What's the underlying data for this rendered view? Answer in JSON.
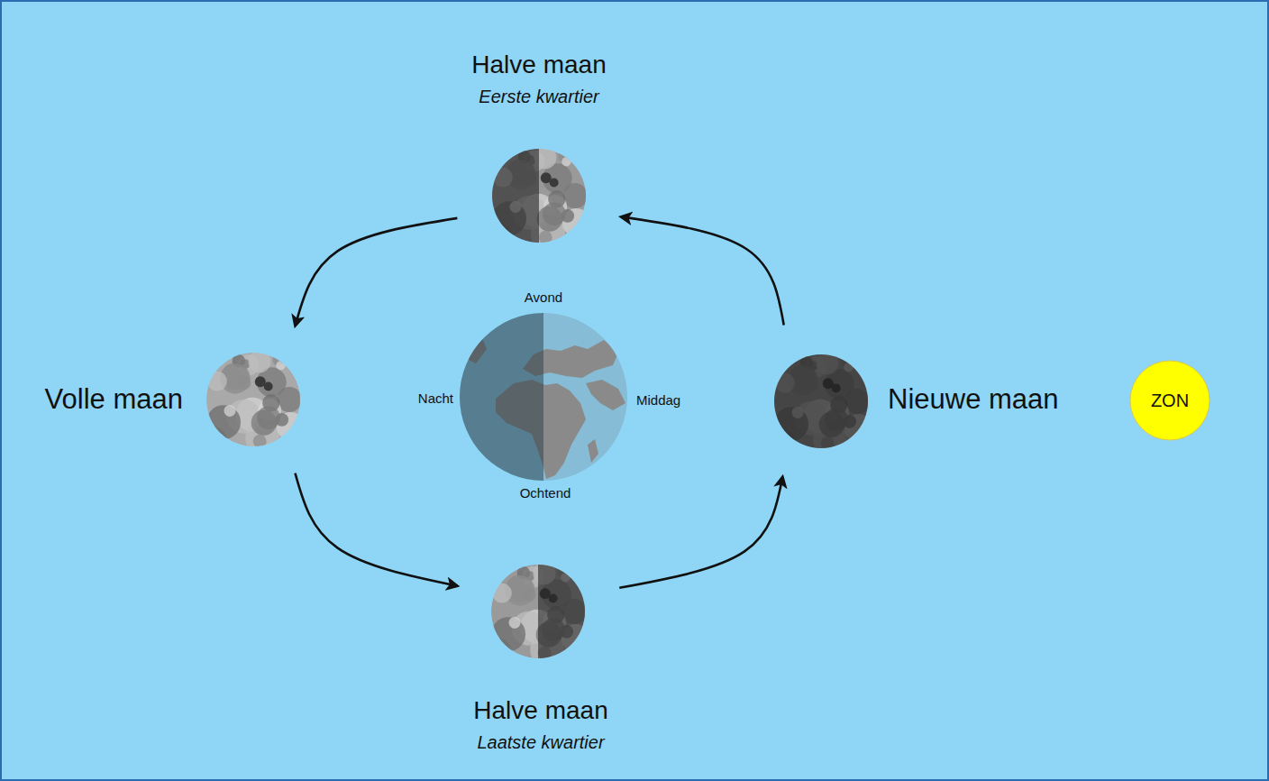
{
  "diagram": {
    "nodes": [
      {
        "text": [
          "Halve maan",
          "Eerste kwartier"
        ]
      },
      {
        "text": [
          "Volle maan"
        ]
      },
      {
        "text": [
          "Avond",
          "Nacht",
          "Middag",
          "Ochtend"
        ]
      },
      {
        "text": [
          "Nieuwe maan"
        ]
      },
      {
        "text": [
          "ZON"
        ]
      },
      {
        "text": [
          "Halve maan",
          "Laatste kwartier"
        ]
      }
    ],
    "edges": [
      {
        "from": 3,
        "to": 0,
        "arrow": "to"
      },
      {
        "from": 0,
        "to": 1,
        "arrow": "to"
      },
      {
        "from": 1,
        "to": 5,
        "arrow": "to"
      },
      {
        "from": 5,
        "to": 3,
        "arrow": "to"
      }
    ]
  }
}
